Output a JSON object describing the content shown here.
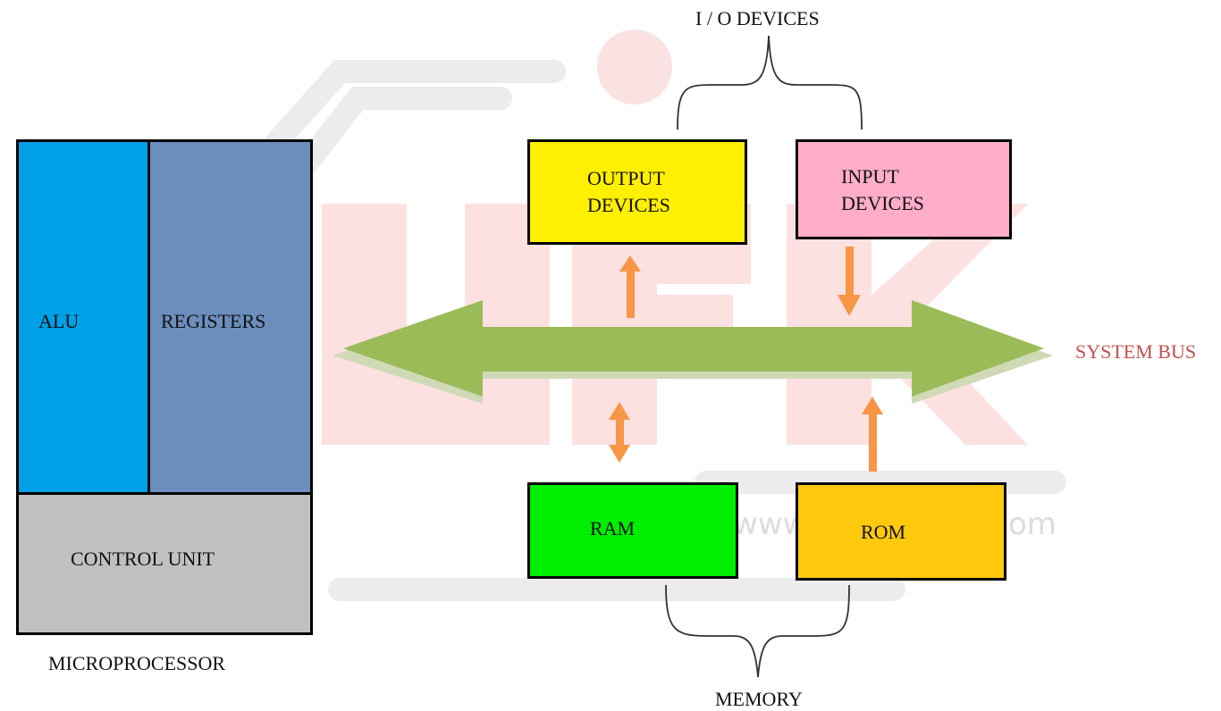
{
  "microprocessor": {
    "alu_label": "ALU",
    "registers_label": "REGISTERS",
    "control_unit_label": "CONTROL UNIT",
    "caption": "MICROPROCESSOR"
  },
  "io": {
    "group_label": "I / O DEVICES",
    "output_label": "OUTPUT\nDEVICES",
    "input_label": "INPUT\nDEVICES"
  },
  "memory": {
    "group_label": "MEMORY",
    "ram_label": "RAM",
    "rom_label": "ROM"
  },
  "bus": {
    "label": "SYSTEM BUS"
  },
  "colors": {
    "alu": "#00a0e6",
    "registers": "#6b8ebd",
    "control_unit": "#c0c0c0",
    "output": "#ffef00",
    "input": "#ffadc9",
    "ram": "#00ee00",
    "rom": "#ffc90e",
    "bus": "#9bbb59",
    "arrow": "#f79646",
    "bus_label": "#c0504d"
  }
}
